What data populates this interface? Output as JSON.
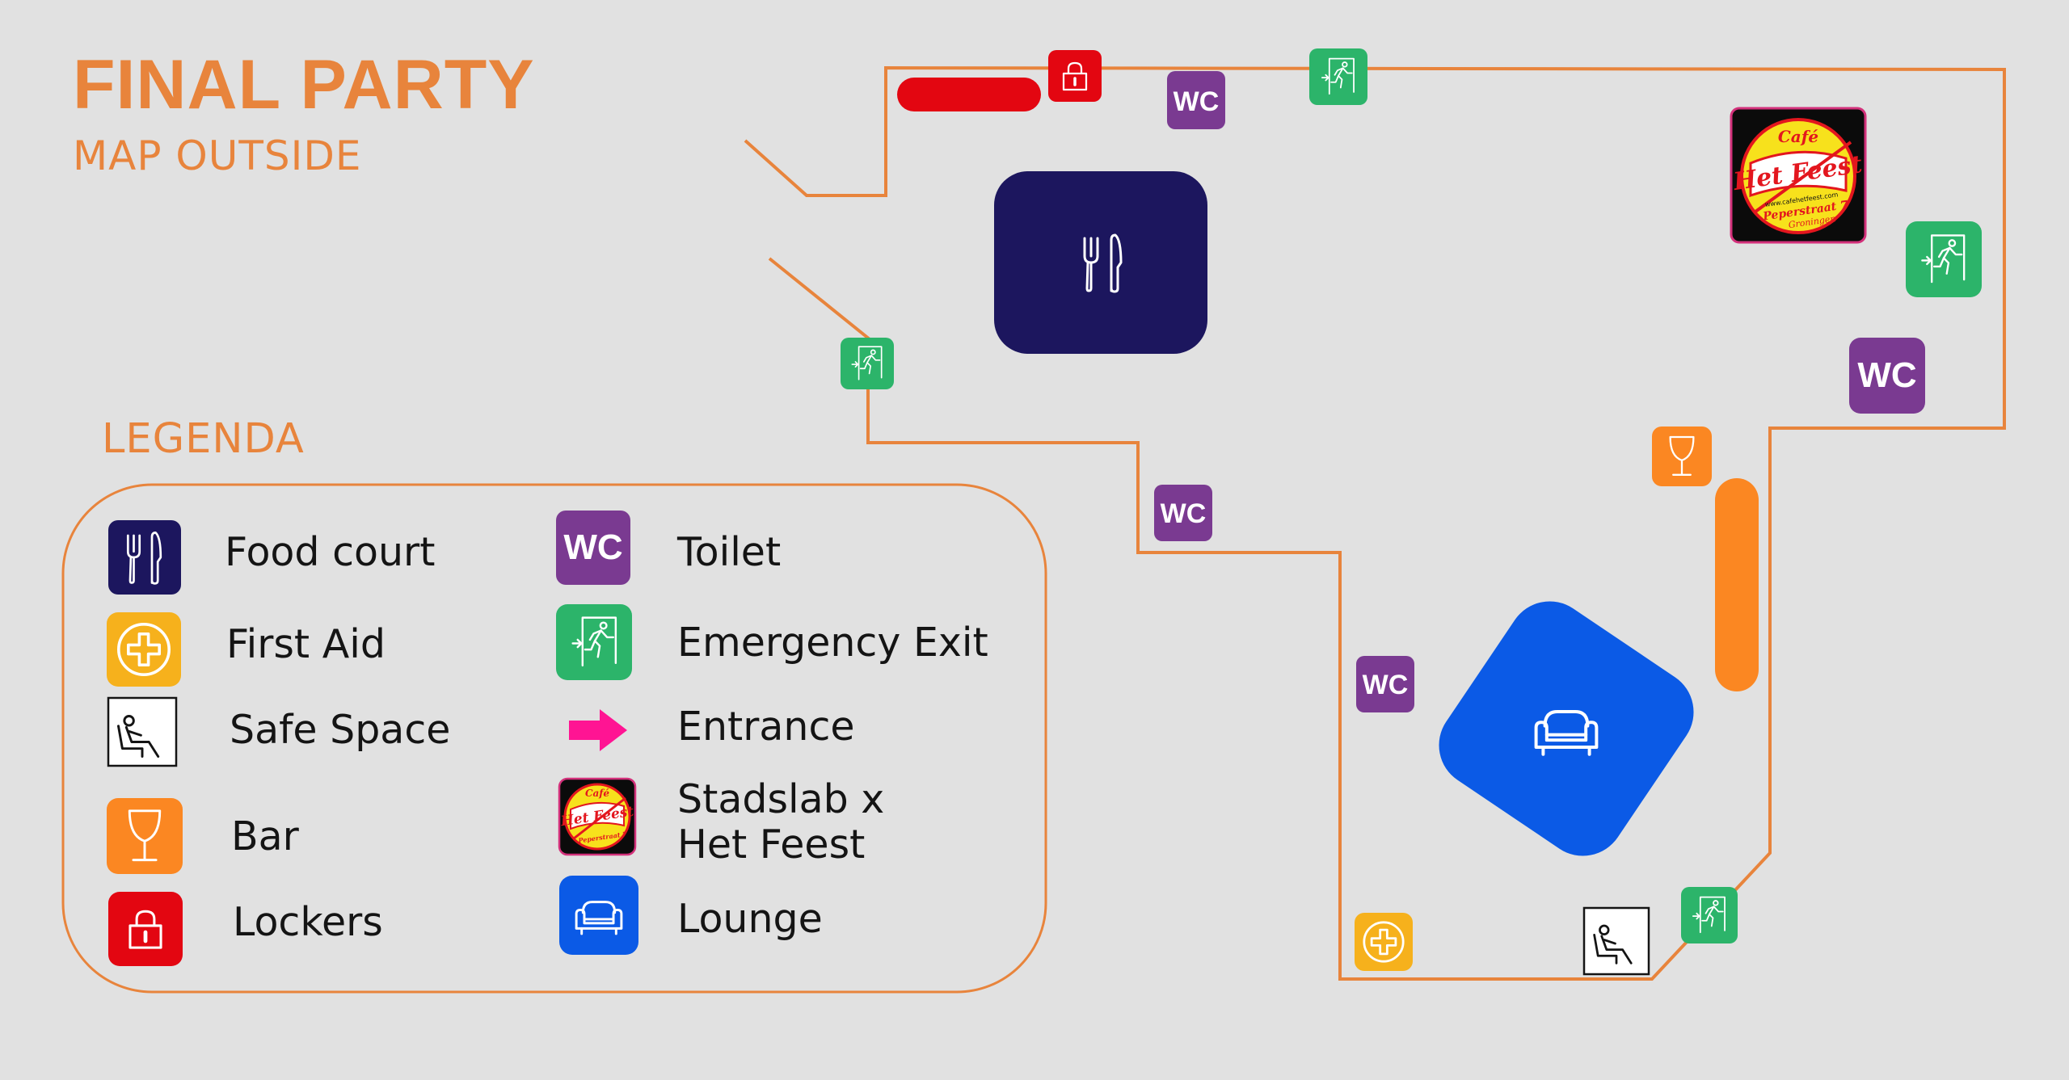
{
  "header": {
    "title": "FINAL PARTY",
    "subtitle": "MAP OUTSIDE"
  },
  "legend": {
    "heading": "LEGENDA",
    "items": [
      {
        "icon": "food-court-icon",
        "label": "Food court"
      },
      {
        "icon": "first-aid-icon",
        "label": "First Aid"
      },
      {
        "icon": "safe-space-icon",
        "label": "Safe Space"
      },
      {
        "icon": "bar-icon",
        "label": "Bar"
      },
      {
        "icon": "lockers-icon",
        "label": "Lockers"
      },
      {
        "icon": "toilet-icon",
        "label": "Toilet",
        "badge": "WC"
      },
      {
        "icon": "emergency-exit-icon",
        "label": "Emergency Exit"
      },
      {
        "icon": "entrance-arrow-icon",
        "label": "Entrance"
      },
      {
        "icon": "stadslab-het-feest-logo",
        "label_line1": "Stadslab x",
        "label_line2": "Het Feest"
      },
      {
        "icon": "lounge-icon",
        "label": "Lounge"
      }
    ]
  },
  "map": {
    "toilet_badge": "WC",
    "logo_text": {
      "top": "Café",
      "main": "Het Feest",
      "url": "www.cafehetfeest.com",
      "street": "Peperstraat 7",
      "city": "Groningen"
    }
  },
  "colors": {
    "background": "#e1e1e1",
    "accent_orange": "#e8843c",
    "food_court": "#1c165e",
    "toilet": "#7a3a91",
    "emergency_exit": "#2cb46a",
    "first_aid": "#f6b11c",
    "bar": "#fb8722",
    "lockers": "#e30611",
    "entrance": "#ff1493",
    "lounge": "#0b5ae6",
    "logo_yellow": "#f7e11c",
    "logo_red": "#e3161e",
    "logo_pink": "#d3317b"
  }
}
